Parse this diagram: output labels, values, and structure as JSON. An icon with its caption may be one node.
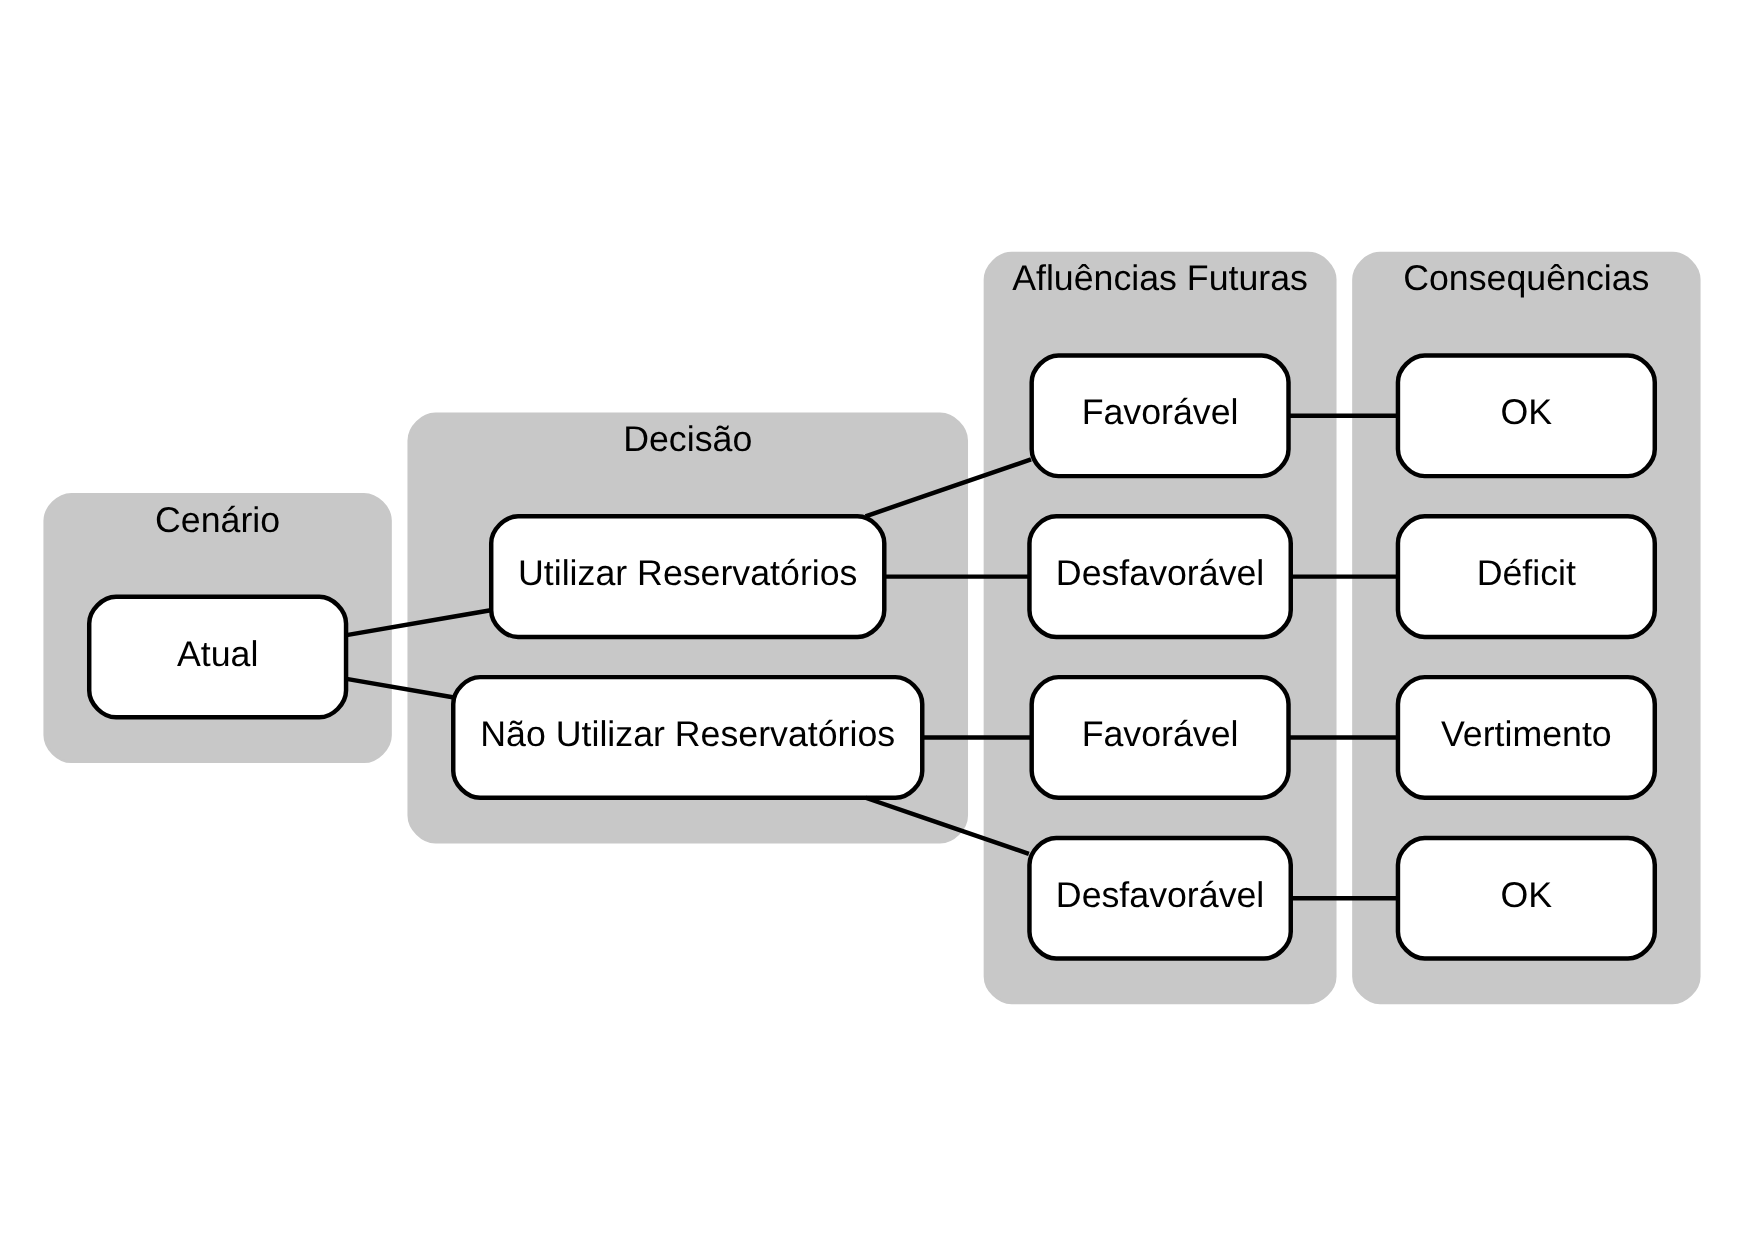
{
  "diagram": {
    "nodes": [
      {
        "text": [
          "Cenário"
        ]
      },
      {
        "text": [
          "Atual"
        ],
        "in": 0
      },
      {
        "text": [
          "Decisão"
        ]
      },
      {
        "text": [
          "Utilizar Reservatórios"
        ],
        "in": 2
      },
      {
        "text": [
          "Não Utilizar Reservatórios"
        ],
        "in": 2
      },
      {
        "text": [
          "Afluências Futuras"
        ]
      },
      {
        "text": [
          "Favorável"
        ],
        "in": 5
      },
      {
        "text": [
          "Desfavorável"
        ],
        "in": 5
      },
      {
        "text": [
          "Favorável"
        ],
        "in": 5
      },
      {
        "text": [
          "Desfavorável"
        ],
        "in": 5
      },
      {
        "text": [
          "Consequências"
        ]
      },
      {
        "text": [
          "OK"
        ],
        "in": 10
      },
      {
        "text": [
          "Déficit"
        ],
        "in": 10
      },
      {
        "text": [
          "Vertimento"
        ],
        "in": 10
      },
      {
        "text": [
          "OK"
        ],
        "in": 10
      }
    ],
    "edges": [
      {
        "from": 1,
        "to": 3,
        "arrow": "none"
      },
      {
        "from": 1,
        "to": 4,
        "arrow": "none"
      },
      {
        "from": 3,
        "to": 6,
        "arrow": "none"
      },
      {
        "from": 3,
        "to": 7,
        "arrow": "none"
      },
      {
        "from": 4,
        "to": 8,
        "arrow": "none"
      },
      {
        "from": 4,
        "to": 9,
        "arrow": "none"
      },
      {
        "from": 6,
        "to": 11,
        "arrow": "none"
      },
      {
        "from": 7,
        "to": 12,
        "arrow": "none"
      },
      {
        "from": 8,
        "to": 13,
        "arrow": "none"
      },
      {
        "from": 9,
        "to": 14,
        "arrow": "none"
      }
    ]
  }
}
